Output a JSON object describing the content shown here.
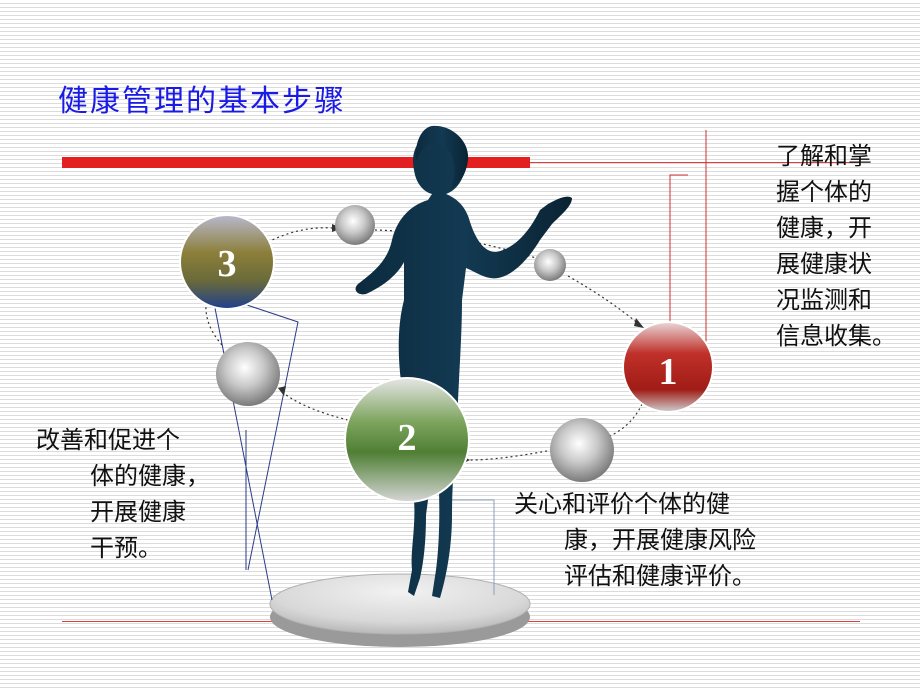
{
  "slide": {
    "title": "健康管理的基本步骤",
    "steps": [
      {
        "number": "1",
        "color": "#c0302a",
        "lines": [
          "了解和掌",
          "握个体的",
          "健康，开",
          "展健康状",
          "况监测和",
          "信息收集。"
        ]
      },
      {
        "number": "2",
        "color": "#5f8f3e",
        "lines": [
          "关心和评价个体的健",
          "康，开展健康风险",
          "评估和健康评价。"
        ]
      },
      {
        "number": "3",
        "color": "#2a3f7a",
        "lines": [
          "改善和促进个",
          "体的健康，",
          "开展健康",
          "干预。"
        ]
      }
    ]
  }
}
